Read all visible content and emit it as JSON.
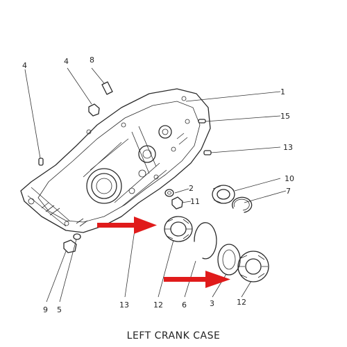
{
  "caption": "LEFT CRANK CASE",
  "callouts": [
    "4",
    "8",
    "1",
    "15",
    "13",
    "10",
    "7",
    "2",
    "11",
    "9",
    "5",
    "13",
    "12",
    "6",
    "3",
    "12"
  ],
  "arrow_color": "#e01b1b"
}
